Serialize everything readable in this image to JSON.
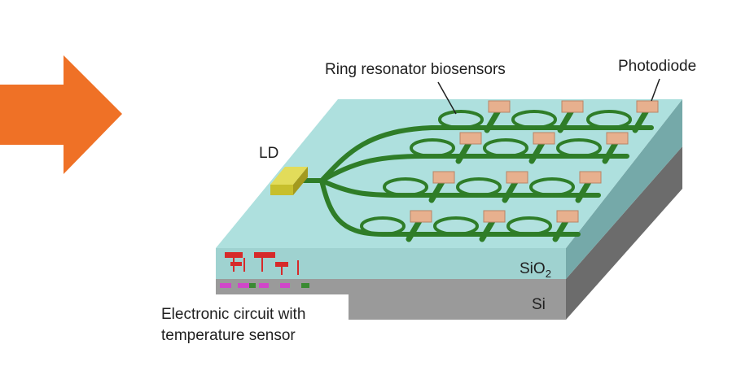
{
  "diagram": {
    "labels": {
      "ring": "Ring resonator biosensors",
      "photodiode": "Photodiode",
      "ld": "LD",
      "sio2_main": "SiO",
      "sio2_sub": "2",
      "si": "Si",
      "circuit_line1": "Electronic circuit with",
      "circuit_line2": "temperature sensor"
    },
    "colors": {
      "arrow": "#ef7126",
      "chip_top": "#aee0de",
      "chip_front": "#9fd2d0",
      "chip_side": "#75a9a9",
      "silicon_front": "#9a9a9a",
      "silicon_side": "#6c6c6c",
      "waveguide": "#2f7d28",
      "photodiode": "#e7b08e",
      "laser_diode": "#d4cc3a",
      "circuit_red": "#d62a2a",
      "circuit_magenta": "#d047c9"
    }
  }
}
